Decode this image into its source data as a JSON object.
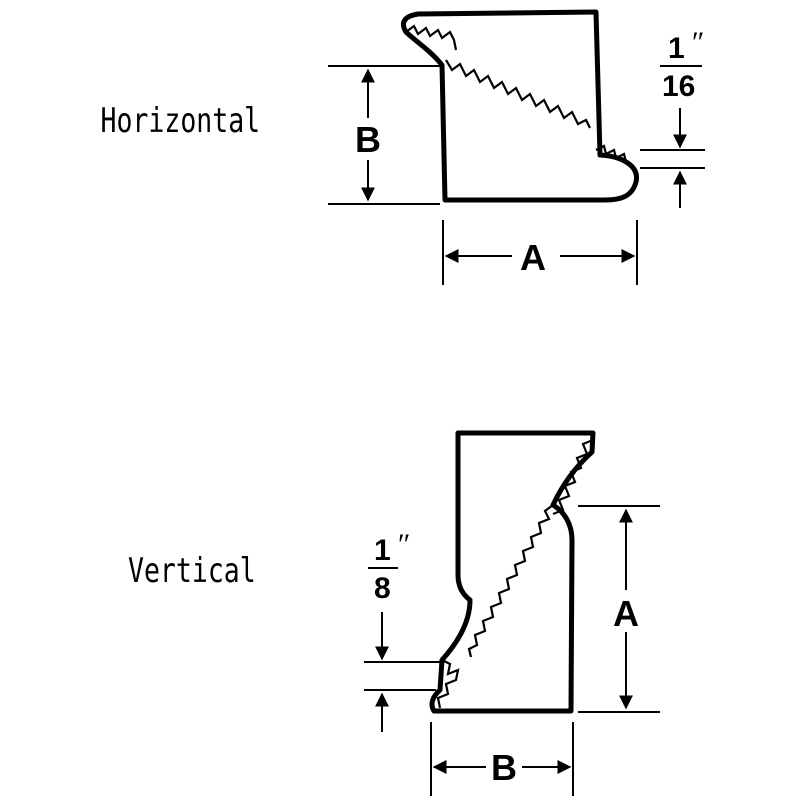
{
  "labels": {
    "horizontal": "Horizontal",
    "vertical": "Vertical"
  },
  "horizontal_block": {
    "dim_a": "A",
    "dim_b": "B",
    "gap_fraction_num": "1",
    "gap_fraction_den": "16",
    "gap_unit": "″"
  },
  "vertical_block": {
    "dim_a": "A",
    "dim_b": "B",
    "gap_fraction_num": "1",
    "gap_fraction_den": "8",
    "gap_unit": "″"
  }
}
